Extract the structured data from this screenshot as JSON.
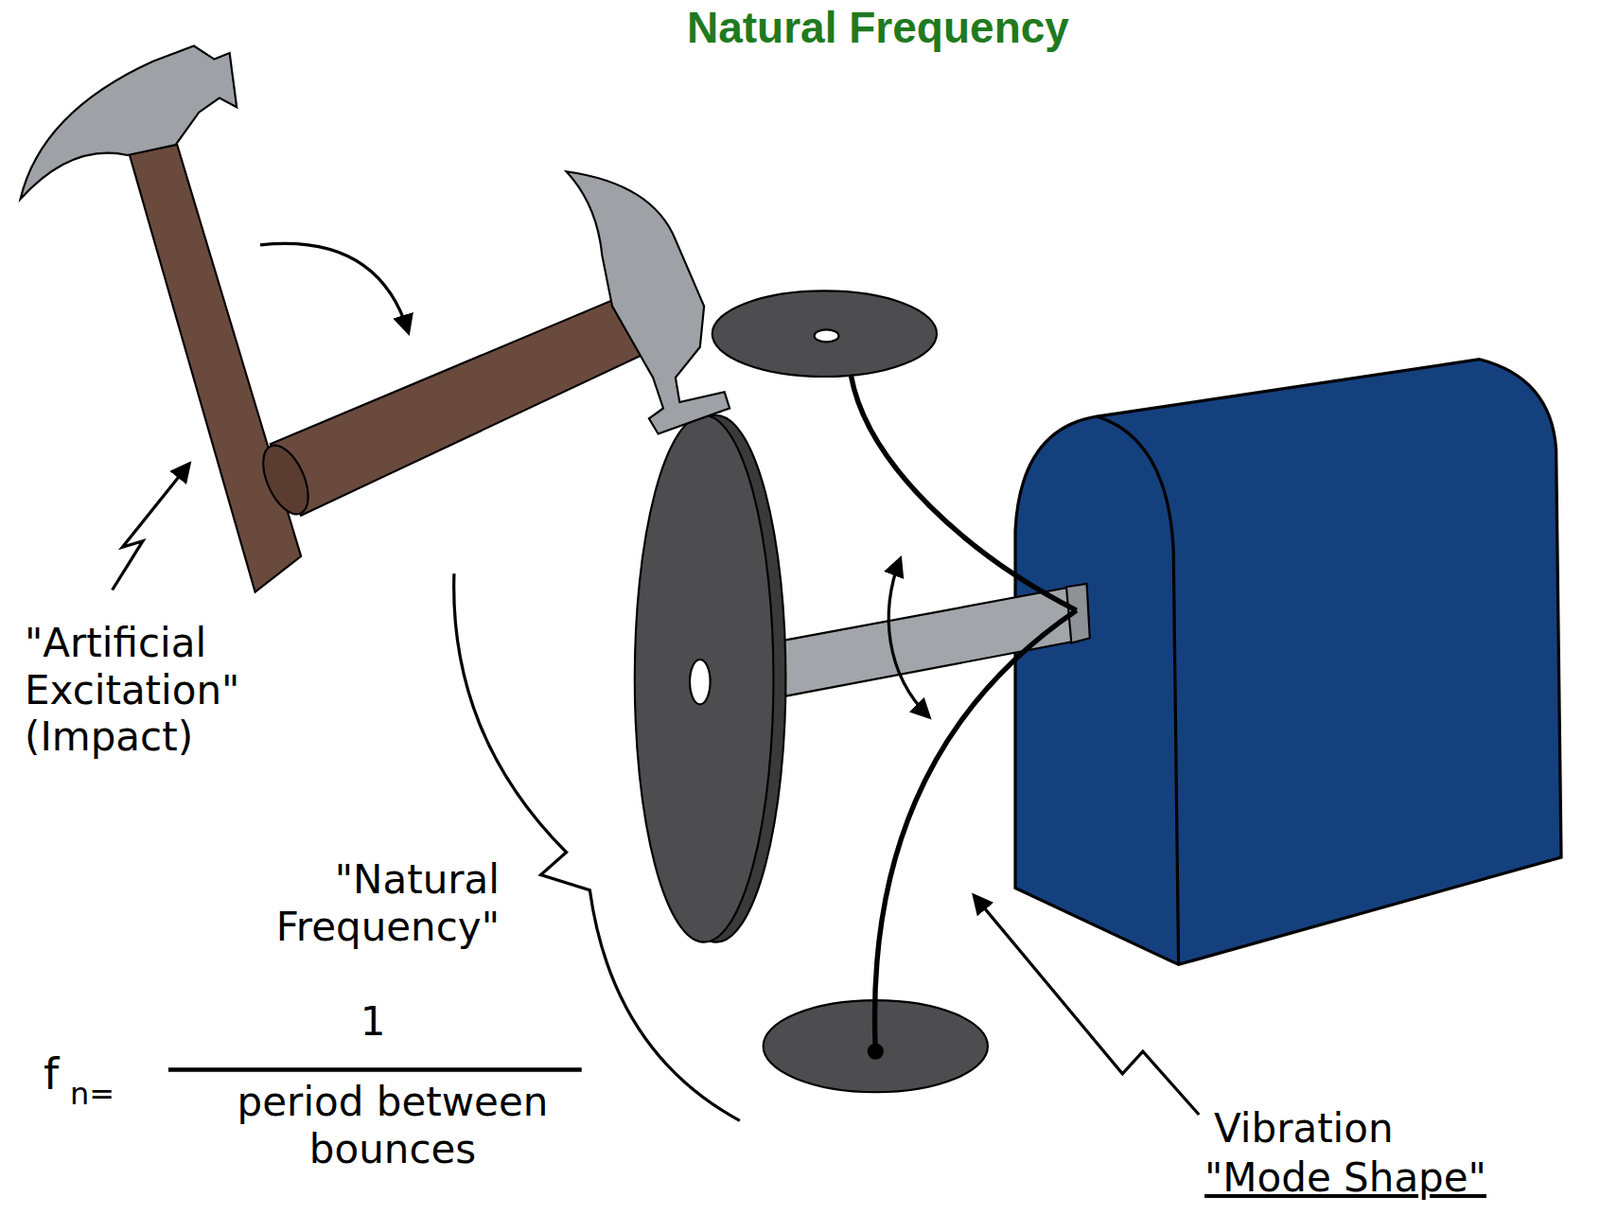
{
  "diagram": {
    "title": "Natural Frequency",
    "labels": [
      "\"Artificial Excitation\" (Impact)",
      "\"Natural Frequency\"",
      "f",
      "n=",
      "1",
      "period between bounces",
      "Vibration",
      "\"Mode Shape\""
    ]
  }
}
